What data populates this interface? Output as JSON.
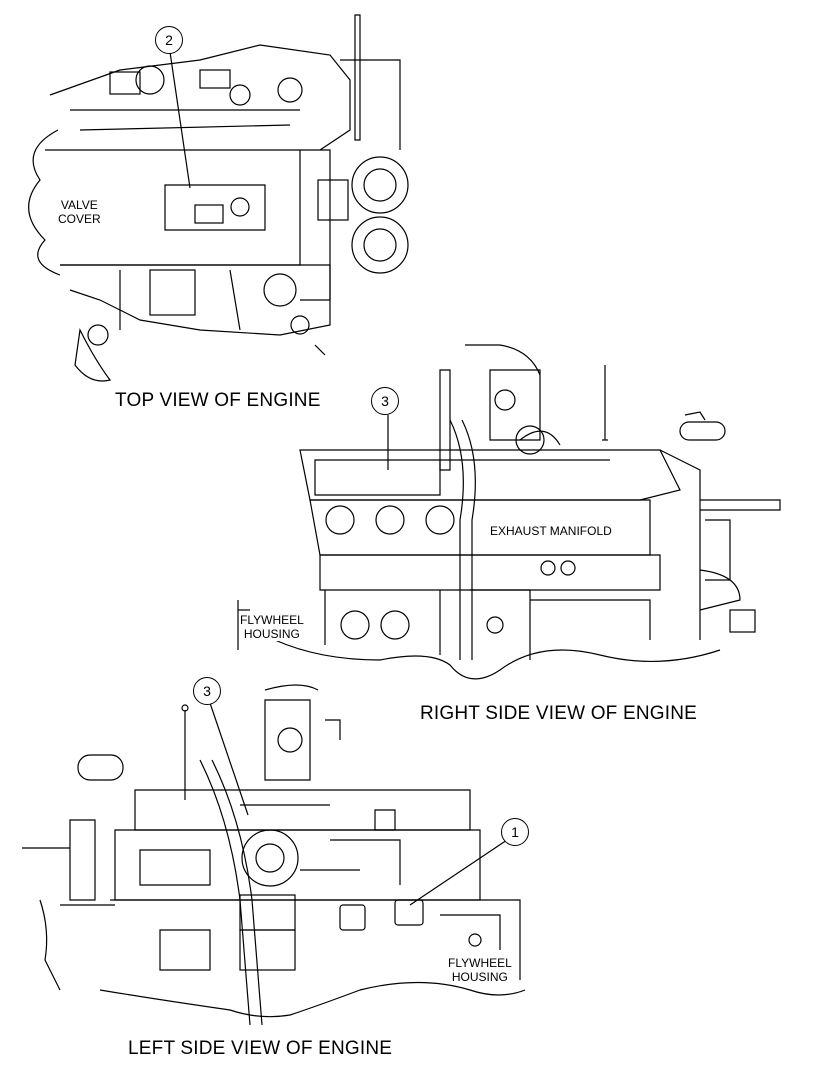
{
  "views": {
    "top": {
      "caption": "TOP VIEW OF ENGINE",
      "valve_cover": [
        "VALVE",
        "COVER"
      ],
      "callout": "2"
    },
    "right": {
      "caption": "RIGHT SIDE VIEW OF ENGINE",
      "exhaust_manifold": "EXHAUST MANIFOLD",
      "flywheel_housing": [
        "FLYWHEEL",
        "HOUSING"
      ],
      "callout": "3"
    },
    "left": {
      "caption": "LEFT SIDE VIEW OF ENGINE",
      "flywheel_housing": [
        "FLYWHEEL",
        "HOUSING"
      ],
      "callout_a": "3",
      "callout_b": "1"
    }
  }
}
